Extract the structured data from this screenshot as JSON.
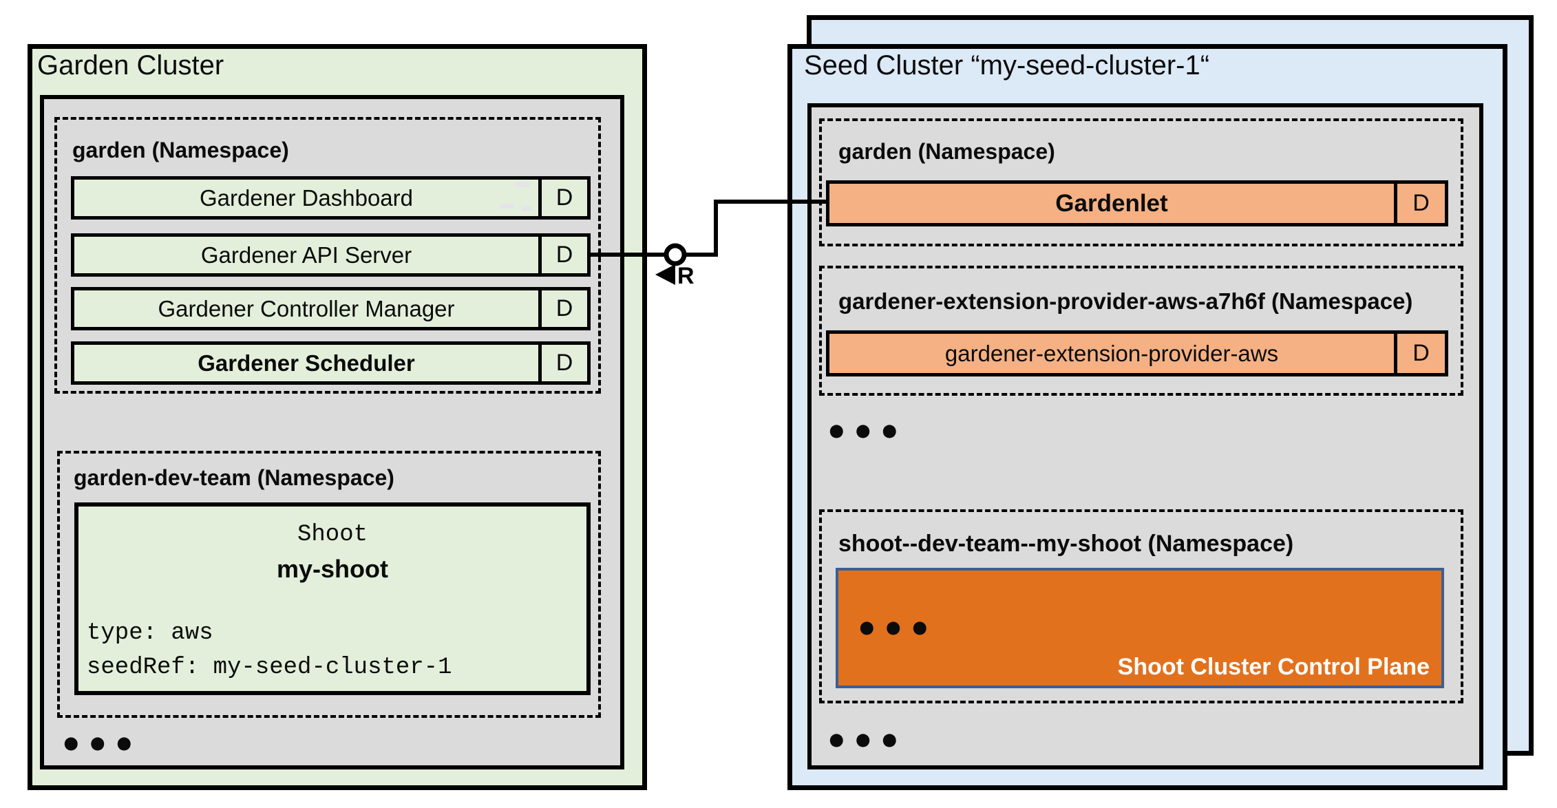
{
  "colors": {
    "green-fill": "#e3efda",
    "gray-fill": "#dbdbdb",
    "blue-fill": "#dce9f6",
    "orange-fill": "#f5b183",
    "dark-orange-fill": "#e2711d",
    "control-plane-border": "#3a5f96",
    "line": "#000000"
  },
  "garden_cluster": {
    "title": "Garden Cluster",
    "garden_namespace": {
      "label": "garden (Namespace)",
      "deployments": [
        {
          "name": "Gardener Dashboard",
          "badge": "D"
        },
        {
          "name": "Gardener API Server",
          "badge": "D"
        },
        {
          "name": "Gardener Controller Manager",
          "badge": "D"
        },
        {
          "name": "Gardener Scheduler",
          "badge": "D"
        }
      ]
    },
    "dev_namespace": {
      "label": "garden-dev-team (Namespace)",
      "shoot": {
        "kind": "Shoot",
        "name": "my-shoot",
        "spec": [
          "type: aws",
          "seedRef: my-seed-cluster-1"
        ]
      }
    },
    "more": "•••"
  },
  "connector": {
    "label": "R"
  },
  "seed_cluster": {
    "title": "Seed Cluster “my-seed-cluster-1“",
    "garden_namespace": {
      "label": "garden (Namespace)",
      "deployments": [
        {
          "name": "Gardenlet",
          "badge": "D"
        }
      ]
    },
    "extension_namespace": {
      "label": "gardener-extension-provider-aws-a7h6f (Namespace)",
      "deployments": [
        {
          "name": "gardener-extension-provider-aws",
          "badge": "D"
        }
      ]
    },
    "more_namespaces": "•••",
    "shoot_namespace": {
      "label": "shoot--dev-team--my-shoot (Namespace)",
      "control_plane": {
        "more": "•••",
        "label": "Shoot Cluster Control Plane"
      }
    },
    "more": "•••"
  }
}
